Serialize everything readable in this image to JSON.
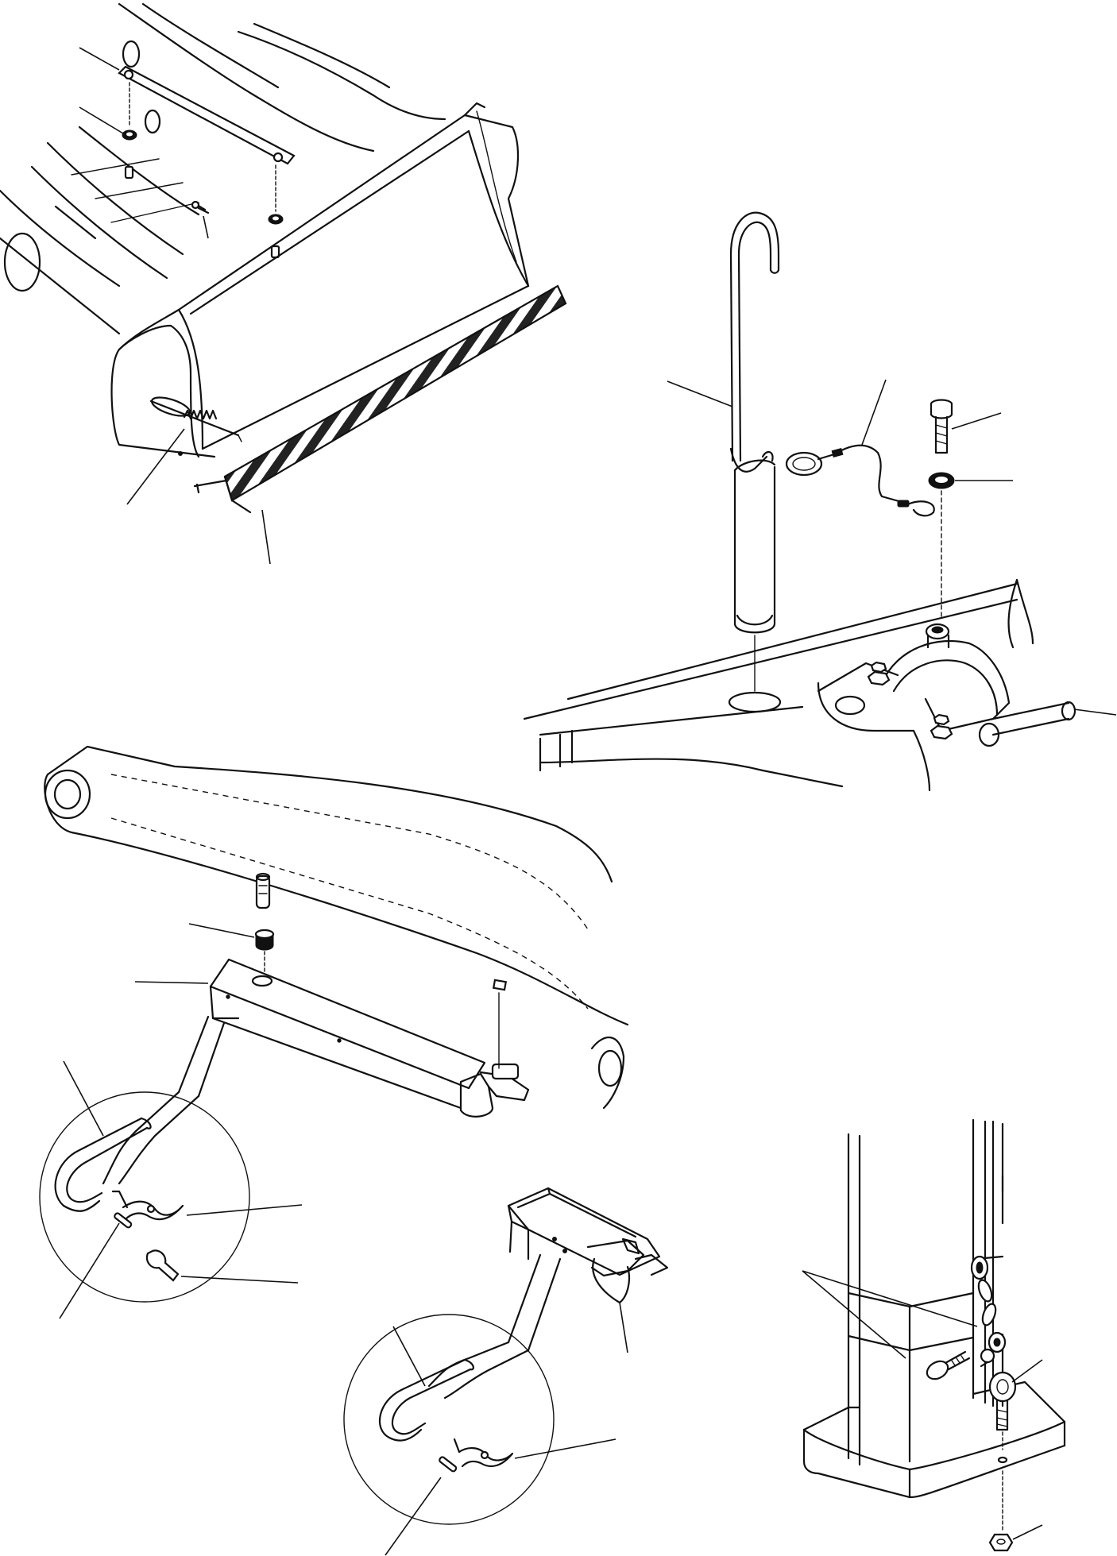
{
  "figure": {
    "background": "#ffffff",
    "line_color": "#111111",
    "views": [
      "bucket-view",
      "hook-pin-view",
      "boom-support-view",
      "support-bar-variant-view",
      "post-view"
    ]
  }
}
